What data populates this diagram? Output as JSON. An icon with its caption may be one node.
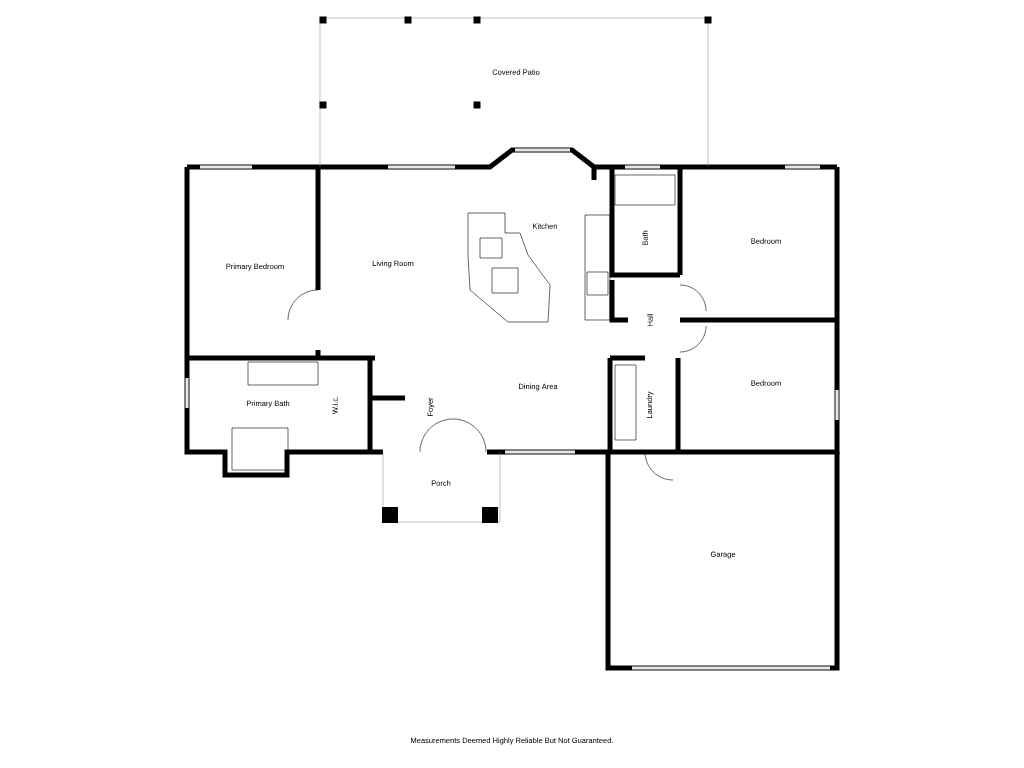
{
  "diagram": {
    "caption": "Measurements Deemed Highly Reliable But Not Guaranteed.",
    "labels": [
      "Covered Patio",
      "Kitchen",
      "Bath",
      "Bedroom",
      "Primary Bedroom",
      "Living Room",
      "Hall",
      "Bedroom",
      "Dining Area",
      "Primary Bath",
      "W.i.c.",
      "Foyer",
      "Laundry",
      "Porch",
      "Garage"
    ]
  }
}
